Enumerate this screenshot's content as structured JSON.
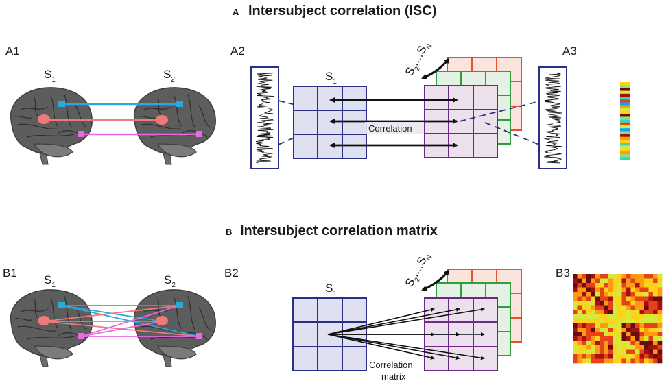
{
  "section_a": {
    "letter": "A",
    "title": "Intersubject correlation (ISC)",
    "panels": [
      "A1",
      "A2",
      "A3"
    ],
    "subject_1": "S",
    "subject_1_sub": "1",
    "subject_2": "S",
    "subject_2_sub": "2",
    "stack_start": "S",
    "stack_start_sub": "2",
    "stack_dots": "....",
    "stack_end": "S",
    "stack_end_sub": "N",
    "correlation_label": "Correlation"
  },
  "section_b": {
    "letter": "B",
    "title": "Intersubject correlation matrix",
    "panels": [
      "B1",
      "B2",
      "B3"
    ],
    "subject_1": "S",
    "subject_1_sub": "1",
    "subject_2": "S",
    "subject_2_sub": "2",
    "stack_start": "S",
    "stack_start_sub": "2",
    "stack_dots": "....",
    "stack_end": "S",
    "stack_end_sub": "N",
    "correlation_label_line1": "Correlation",
    "correlation_label_line2": "matrix"
  },
  "colors": {
    "brain": "#5d5d5d",
    "brain_dark": "#3f3f3f",
    "region_blue": "#29a8e0",
    "region_red": "#ef7a7a",
    "region_magenta": "#e86ae0",
    "grid_blue": "#2b2f86",
    "grid_blue_fill": "#dfe1f0",
    "grid_purple": "#6b2a8a",
    "grid_purple_fill": "#ece0ec",
    "grid_green": "#2e9e3e",
    "grid_green_fill": "#e4f1e4",
    "grid_orange": "#e8502a",
    "grid_orange_fill": "#fbe4dc"
  }
}
